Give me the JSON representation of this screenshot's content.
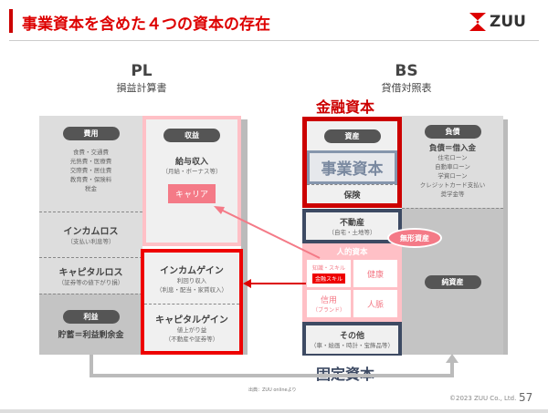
{
  "header": {
    "title": "事業資本を含めた４つの資本の存在",
    "logo": "ZUU"
  },
  "pl": {
    "title": "PL",
    "subtitle": "損益計算書",
    "expense": {
      "label": "費用",
      "items": [
        "食費・交通費",
        "光熱費・医療費",
        "交際費・居住費",
        "教育費・保険料",
        "税金"
      ]
    },
    "income_loss": {
      "label": "インカムロス",
      "sub": "（支払い利息等）"
    },
    "capital_loss": {
      "label": "キャピタルロス",
      "sub": "（証券等の値下がり損）"
    },
    "profit": {
      "label": "利益",
      "text": "貯蓄＝利益剰余金"
    },
    "revenue": {
      "label": "収益",
      "main": "給与収入",
      "sub": "（月給・ボーナス等）",
      "career": "キャリア"
    },
    "income_gain": {
      "label": "インカムゲイン",
      "sub1": "利回り収入",
      "sub2": "（利息・配当・家賃収入）"
    },
    "capital_gain": {
      "label": "キャピタルゲイン",
      "sub1": "値上がり益",
      "sub2": "（不動産や証券等）"
    }
  },
  "bs": {
    "title": "BS",
    "subtitle": "貸借対照表",
    "financial_capital": "金融資本",
    "fixed_capital": "固定資本",
    "assets": "資産",
    "business_capital": "事業資本",
    "insurance": "保険",
    "real_estate": {
      "label": "不動産",
      "sub": "（自宅・土地等）"
    },
    "human_capital": {
      "label": "人的資本",
      "knowledge": "知識・スキル",
      "financial_skill": "金融スキル",
      "health": "健康",
      "credit": "信用",
      "credit_sub": "（ブランド）",
      "network": "人脈"
    },
    "intangible": "無形資産",
    "other": {
      "label": "その他",
      "sub": "（車・絵画・時計・宝飾品等）"
    },
    "liabilities": {
      "label": "負債",
      "main": "負債＝借入金",
      "items": [
        "住宅ローン",
        "自動車ローン",
        "学資ローン",
        "クレジットカード支払い",
        "奨学金等"
      ]
    },
    "net_assets": "純資産"
  },
  "footer": {
    "source": "出典：ZUU onlineより",
    "copyright": "©2023 ZUU Co., Ltd.",
    "page": "57"
  }
}
